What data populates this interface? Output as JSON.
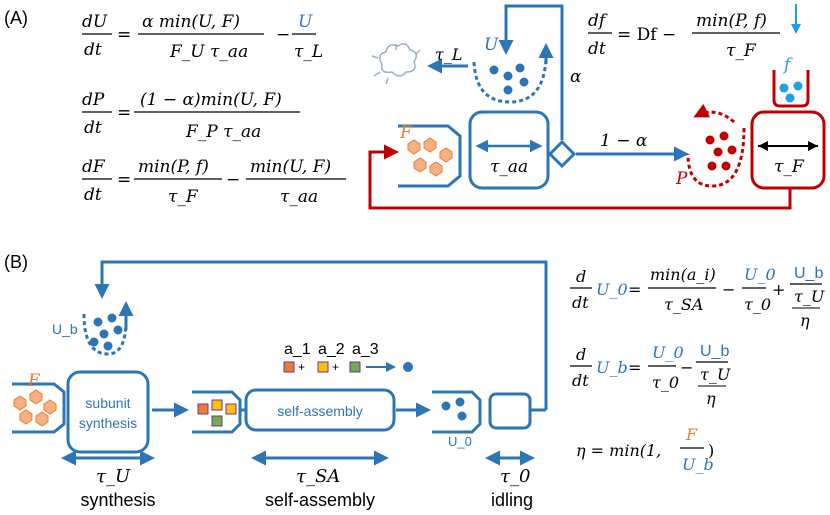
{
  "panel_a": {
    "label": "(A)",
    "eq1": {
      "dU": "dU",
      "dt": "dt",
      "equals": "=",
      "num": "α min(U, F)",
      "den": "F_U τ_aa",
      "minus": "−",
      "num2": "U",
      "den2": "τ_L"
    },
    "eq2": {
      "dP": "dP",
      "dt": "dt",
      "equals": "=",
      "num": "(1 − α)min(U, F)",
      "den": "F_P τ_aa"
    },
    "eq3": {
      "dF": "dF",
      "dt": "dt",
      "equals": "=",
      "num": "min(P, f)",
      "den": "τ_F",
      "minus": "−",
      "num2": "min(U, F)",
      "den2": "τ_aa"
    },
    "eq4": {
      "df": "df",
      "dt": "dt",
      "equals": "= Df −",
      "num": "min(P, f)",
      "den": "τ_F"
    },
    "labels": {
      "tau_L": "τ_L",
      "U": "U",
      "alpha": "α",
      "F": "F",
      "tau_aa": "τ_aa",
      "one_minus_alpha": "1 − α",
      "P": "P",
      "tau_F": "τ_F",
      "f": "f"
    }
  },
  "panel_b": {
    "label": "(B)",
    "labels": {
      "Ub": "U_b",
      "F": "F",
      "subunit_synthesis_1": "subunit",
      "subunit_synthesis_2": "synthesis",
      "self_assembly_box": "self-assembly",
      "U0": "U_0",
      "a1": "a_1",
      "a2": "a_2",
      "a3": "a_3",
      "plus": "+",
      "tau_U": "τ_U",
      "tau_SA": "τ_SA",
      "tau_0": "τ_0",
      "synthesis": "synthesis",
      "self_assembly": "self-assembly",
      "idling": "idling"
    },
    "eqU0": {
      "d": "d",
      "dt": "dt",
      "var": "U_0",
      "equals": "=",
      "num1": "min(a_i)",
      "den1": "τ_SA",
      "minus": "−",
      "num2": "U_0",
      "den2": "τ_0",
      "plus": "+",
      "num3": "U_b",
      "den3a": "τ_U",
      "den3b": "η"
    },
    "eqUb": {
      "d": "d",
      "dt": "dt",
      "var": "U_b",
      "equals": "=",
      "num1": "U_0",
      "den1": "τ_0",
      "minus": "−",
      "num2": "U_b",
      "den2a": "τ_U",
      "den2b": "η"
    },
    "eta": {
      "lhs": "η = min(1,",
      "num": "F",
      "den": "U_b",
      "close": ")"
    }
  },
  "colors": {
    "blue": "#2E75B6",
    "red": "#C00000",
    "orange": "#ED7D31",
    "cyan": "#1DA1E0",
    "ink": "#000000"
  }
}
